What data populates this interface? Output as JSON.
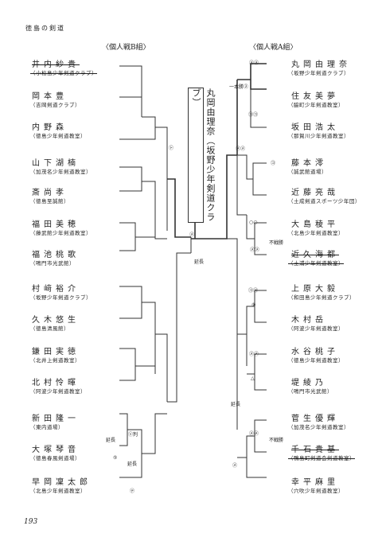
{
  "header": "徳島の剣道",
  "page_number": "193",
  "winner": "丸岡由理奈（坂野少年剣道クラブ）",
  "left": {
    "title": "〈個人戦B組〉",
    "players": [
      {
        "name": "井内紗貴",
        "club": "（小松島少年剣道クラブ）"
      },
      {
        "name": "岡本豊",
        "club": "（吉岡剣道クラブ）"
      },
      {
        "name": "内野森",
        "club": "（徳島少年剣道教室）"
      },
      {
        "name": "山下湖楠",
        "club": "（加茂名少年剣道教室）"
      },
      {
        "name": "斎尚孝",
        "club": "（徳島至誠館）"
      },
      {
        "name": "福田美穂",
        "club": "（藤武館少年剣道教室）"
      },
      {
        "name": "福池桃歌",
        "club": "（鳴門市光武館）"
      },
      {
        "name": "村﨑裕介",
        "club": "（坂野少年剣道クラブ）"
      },
      {
        "name": "久木悠生",
        "club": "（徳島清風館）"
      },
      {
        "name": "鎌田実徳",
        "club": "（北井上剣道教室）"
      },
      {
        "name": "北村怜暉",
        "club": "（阿波少年剣道教室）"
      },
      {
        "name": "新田隆一",
        "club": "（東内道場）"
      },
      {
        "name": "大塚琴音",
        "club": "（徳島春風剣道場）"
      },
      {
        "name": "早岡凜太郎",
        "club": "（北島少年剣道教室）"
      }
    ]
  },
  "right": {
    "title": "〈個人戦A組〉",
    "players": [
      {
        "name": "丸岡由理奈",
        "club": "（坂野少年剣道クラブ）"
      },
      {
        "name": "住友美夢",
        "club": "（脇町少年剣道教室）"
      },
      {
        "name": "坂田浩太",
        "club": "（那賀川少年剣道教室）"
      },
      {
        "name": "藤本澪",
        "club": "（誠武館道場）"
      },
      {
        "name": "近藤亮哉",
        "club": "（土成剣道スポーツ少年団）"
      },
      {
        "name": "大島稜平",
        "club": "（北島少年剣道教室）"
      },
      {
        "name": "近久海都",
        "club": "（土浦少年剣道教室）"
      },
      {
        "name": "上原大毅",
        "club": "（和田島少年剣道クラブ）"
      },
      {
        "name": "木村岳",
        "club": "（阿波少年剣道教室）"
      },
      {
        "name": "水谷桃子",
        "club": "（徳島少年剣道教室）"
      },
      {
        "name": "堤綾乃",
        "club": "（鳴門市光武館）"
      },
      {
        "name": "菅生優輝",
        "club": "（加茂名少年剣道教室）"
      },
      {
        "name": "千石貴基",
        "club": "（鴨島町剣道会剣道教室）"
      },
      {
        "name": "幸平麻里",
        "club": "（穴吹少年剣道教室）"
      }
    ]
  },
  "marks": {
    "ippon": "一本勝②",
    "fusen": "不戦勝",
    "encho": "延長",
    "hantei": "㋣判",
    "m_mm": "㋱㋱",
    "m_dd": "㋙㋙",
    "m_d": "㋙",
    "m_ko": "㋙",
    "m_m": "㋱",
    "m_men": "㋱",
    "m_tsuki": "㋢",
    "m_hiki": "㋣",
    "m_do": "㋙",
    "m_kote": "㋙",
    "m_oo": "○○",
    "m_tri": "△",
    "m_g": "⑤",
    "m_x": "⑨"
  }
}
